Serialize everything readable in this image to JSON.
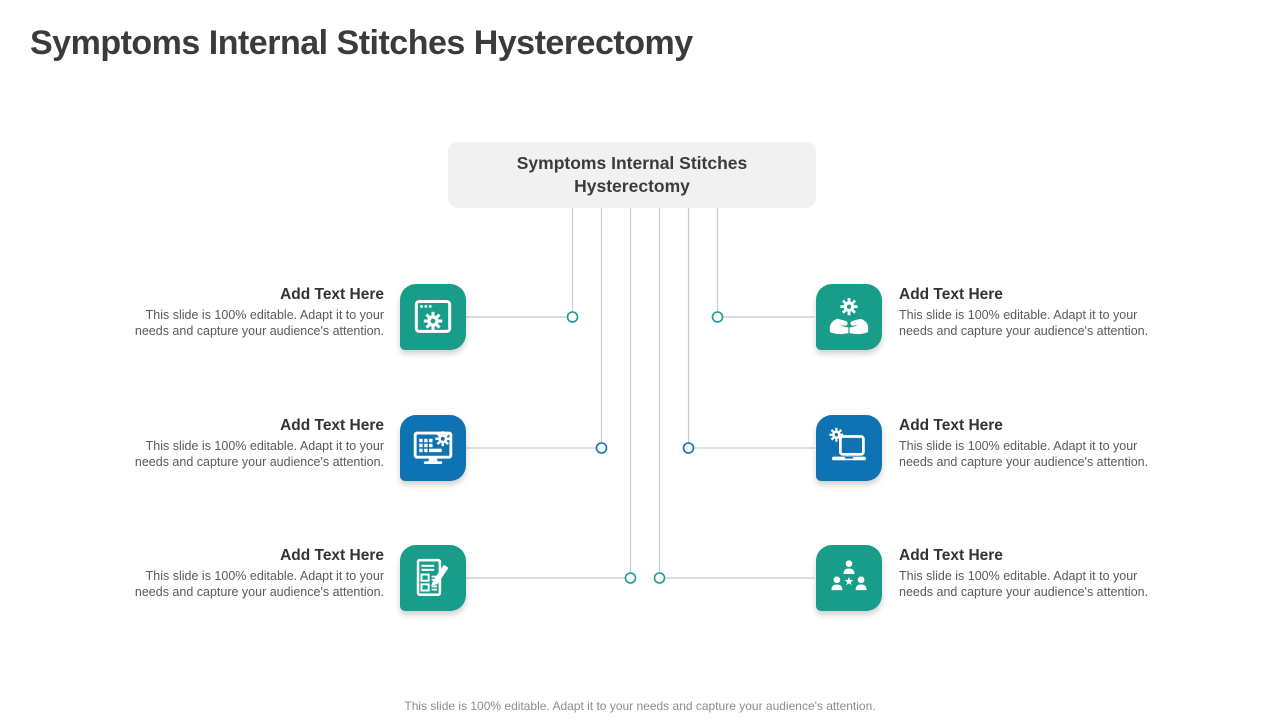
{
  "title": "Symptoms Internal Stitches Hysterectomy",
  "center_box": {
    "label": "Symptoms Internal Stitches Hysterectomy"
  },
  "items": [
    {
      "side": "left",
      "row": 1,
      "icon": "browser-gear-icon",
      "heading": "Add Text Here",
      "body": "This slide is 100% editable. Adapt it to your needs and capture your audience's attention."
    },
    {
      "side": "left",
      "row": 2,
      "icon": "monitor-gear-icon",
      "heading": "Add Text Here",
      "body": "This slide is 100% editable. Adapt it to your needs and capture your audience's attention."
    },
    {
      "side": "left",
      "row": 3,
      "icon": "document-pencil-icon",
      "heading": "Add Text Here",
      "body": "This slide is 100% editable. Adapt it to your needs and capture your audience's attention."
    },
    {
      "side": "right",
      "row": 1,
      "icon": "hands-gear-icon",
      "heading": "Add Text Here",
      "body": "This slide is 100% editable. Adapt it to your needs and capture your audience's attention."
    },
    {
      "side": "right",
      "row": 2,
      "icon": "laptop-gear-icon",
      "heading": "Add Text Here",
      "body": "This slide is 100% editable. Adapt it to your needs and capture your audience's attention."
    },
    {
      "side": "right",
      "row": 3,
      "icon": "team-star-icon",
      "heading": "Add Text Here",
      "body": "This slide is 100% editable. Adapt it to your needs and capture your audience's attention."
    }
  ],
  "footer": "This slide is 100% editable. Adapt it to your needs and capture your audience's attention.",
  "colors": {
    "teal": "#179D89",
    "blue": "#0F72B2",
    "line": "#CBCBCB",
    "box_bg": "#F1F1F1",
    "title": "#3B3B3B",
    "box_text": "#3B3B3B",
    "heading": "#333333",
    "body": "#5A5A5A",
    "footer": "#8C8C8C"
  }
}
